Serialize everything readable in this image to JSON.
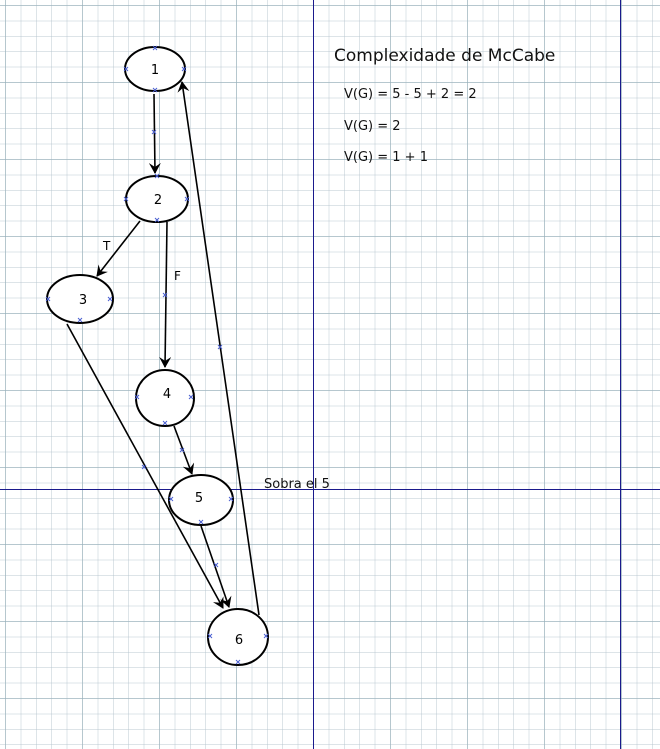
{
  "diagram": {
    "nodes": [
      {
        "id": "1",
        "label": "1"
      },
      {
        "id": "2",
        "label": "2"
      },
      {
        "id": "3",
        "label": "3"
      },
      {
        "id": "4",
        "label": "4"
      },
      {
        "id": "5",
        "label": "5"
      },
      {
        "id": "6",
        "label": "6"
      }
    ],
    "edges": [
      {
        "from": "1",
        "to": "2",
        "label": ""
      },
      {
        "from": "2",
        "to": "3",
        "label": "T"
      },
      {
        "from": "2",
        "to": "4",
        "label": "F"
      },
      {
        "from": "4",
        "to": "5",
        "label": ""
      },
      {
        "from": "3",
        "to": "6",
        "label": ""
      },
      {
        "from": "5",
        "to": "6",
        "label": ""
      },
      {
        "from": "6",
        "to": "1",
        "label": ""
      }
    ]
  },
  "panel": {
    "title": "Complexidade de McCabe",
    "formula_1": "V(G) = 5 - 5 + 2 = 2",
    "formula_2": "V(G) = 2",
    "formula_3": "V(G) = 1 + 1"
  },
  "note": "Sobra el 5",
  "colors": {
    "guide_line": "#1a1a8c",
    "node_stroke": "#000000",
    "handle_marks": "#4a5fd0"
  }
}
